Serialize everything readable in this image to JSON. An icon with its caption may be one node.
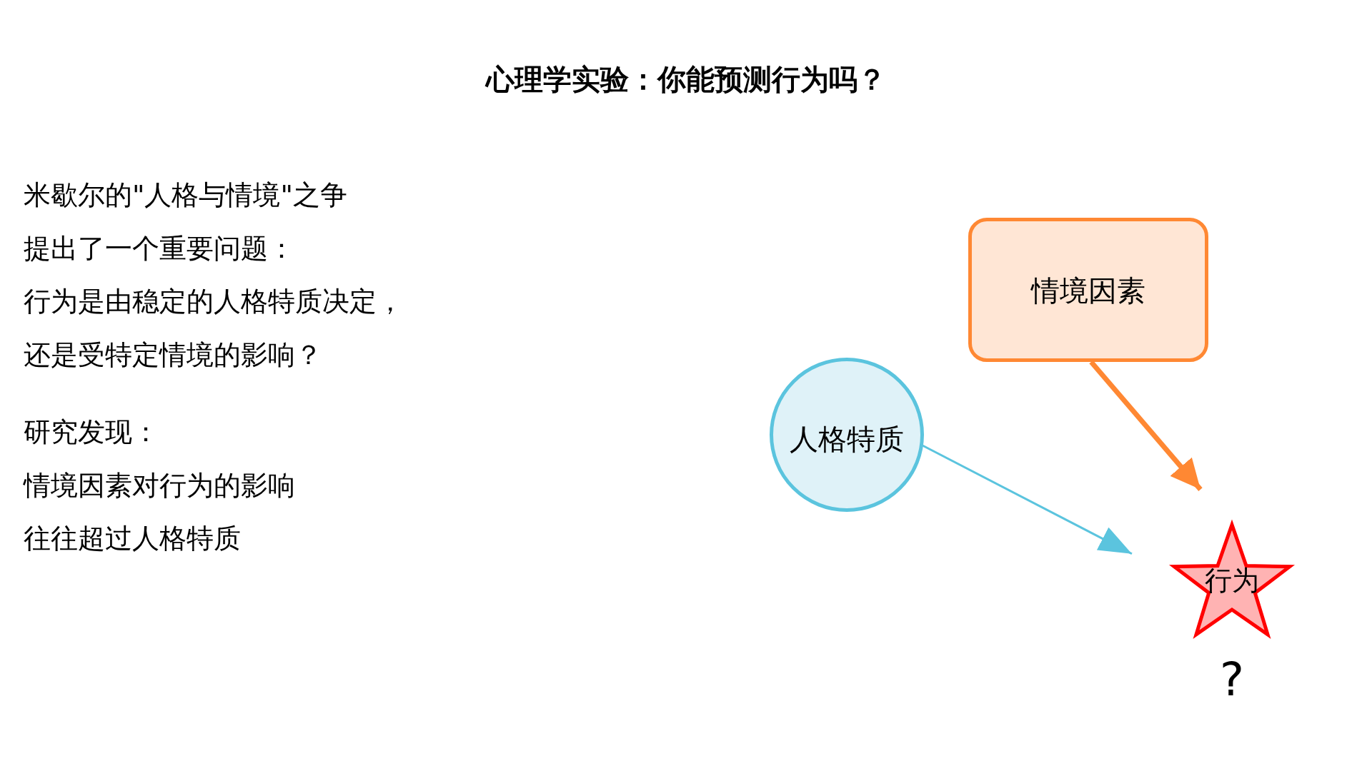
{
  "diagram": {
    "title": "心理学实验：你能预测行为吗？",
    "nodes": [
      {
        "text": [
          "情境因素"
        ]
      },
      {
        "text": [
          "人格特质"
        ]
      },
      {
        "text": [
          "行为"
        ],
        "beside": [
          "?"
        ]
      }
    ],
    "edges": [
      {
        "from": 1,
        "to": 2,
        "arrow": "to",
        "color": "#5bc4de"
      },
      {
        "from": 0,
        "to": 2,
        "arrow": "to",
        "style": "thick",
        "color": "#ff8833"
      }
    ],
    "labels": [
      "米歇尔的\"人格与情境\"之争",
      "提出了一个重要问题：",
      "行为是由稳定的人格特质决定，",
      "还是受特定情境的影响？",
      "研究发现：",
      "情境因素对行为的影响",
      "往往超过人格特质"
    ]
  }
}
